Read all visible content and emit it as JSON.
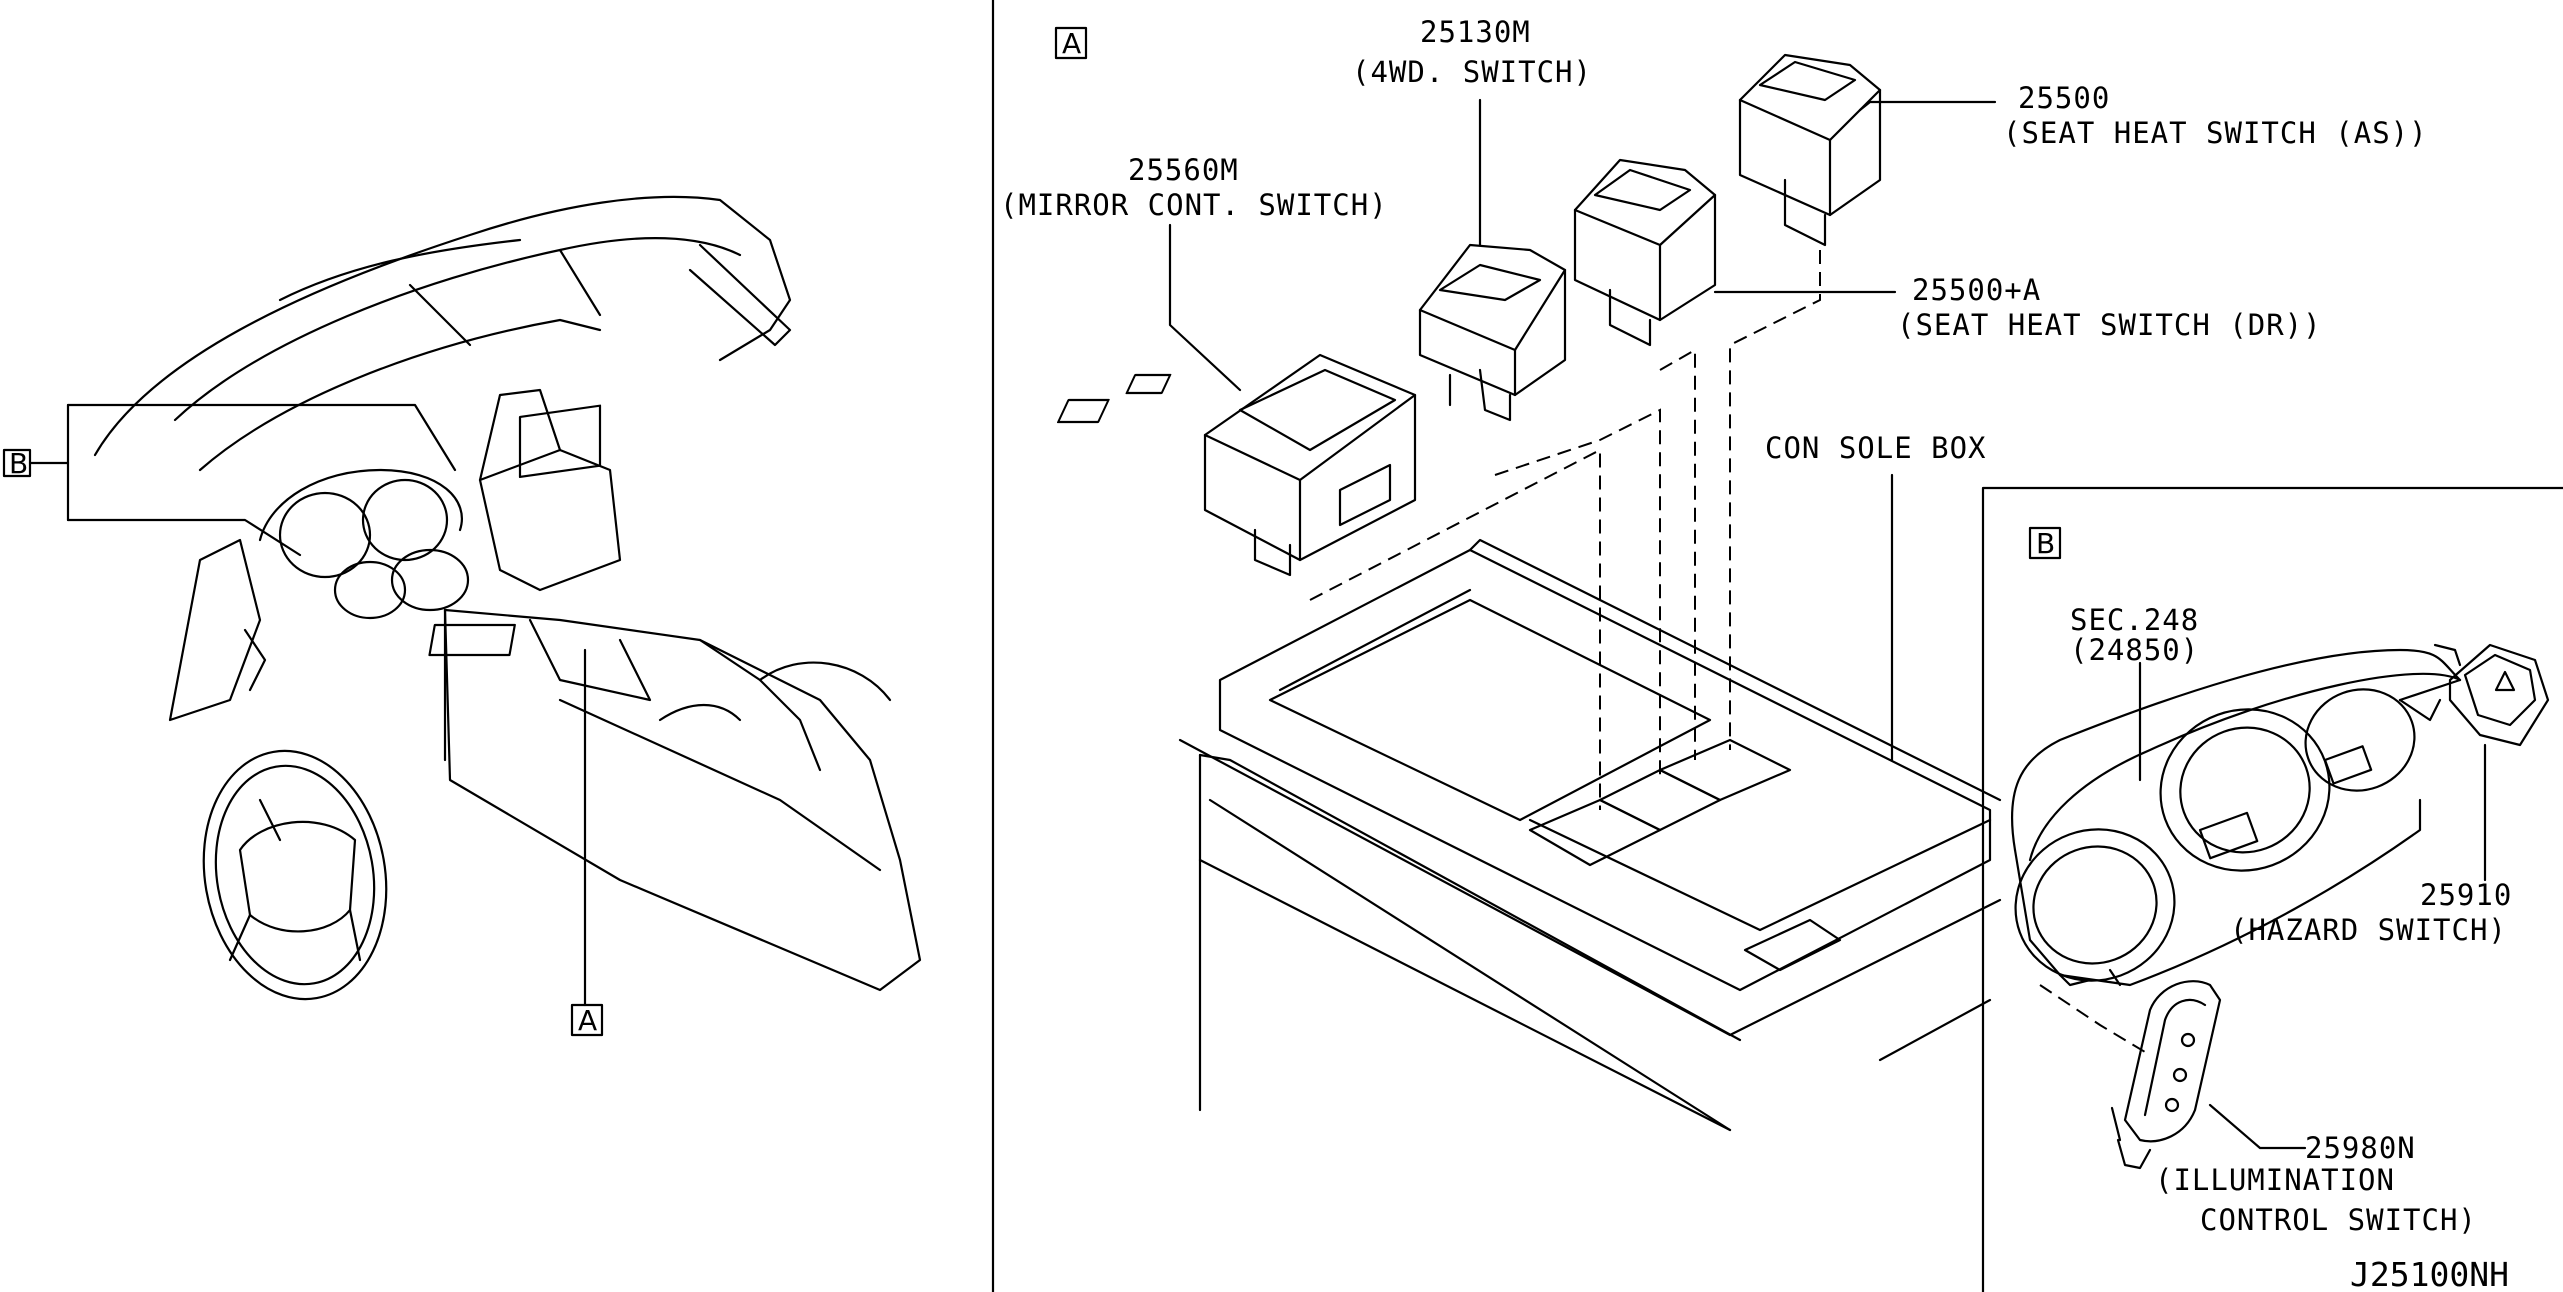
{
  "callouts": {
    "box_a_left": "A",
    "box_b_left": "B",
    "box_a_panel": "A",
    "box_b_panel": "B"
  },
  "parts": {
    "p25130m": {
      "number": "25130M",
      "name": "(4WD. SWITCH)"
    },
    "p25560m": {
      "number": "25560M",
      "name": "(MIRROR CONT. SWITCH)"
    },
    "p25500": {
      "number": "25500",
      "name": "(SEAT HEAT SWITCH (AS))"
    },
    "p25500a": {
      "number": "25500+A",
      "name": "(SEAT HEAT SWITCH (DR))"
    },
    "console": {
      "name": "CON SOLE BOX"
    },
    "sec248": {
      "number": "SEC.248",
      "name": "(24850)"
    },
    "p25910": {
      "number": "25910",
      "name": "(HAZARD SWITCH)"
    },
    "p25980n": {
      "number": "25980N",
      "name_line1": "(ILLUMINATION",
      "name_line2": "CONTROL SWITCH)"
    }
  },
  "diagram_code": "J25100NH"
}
